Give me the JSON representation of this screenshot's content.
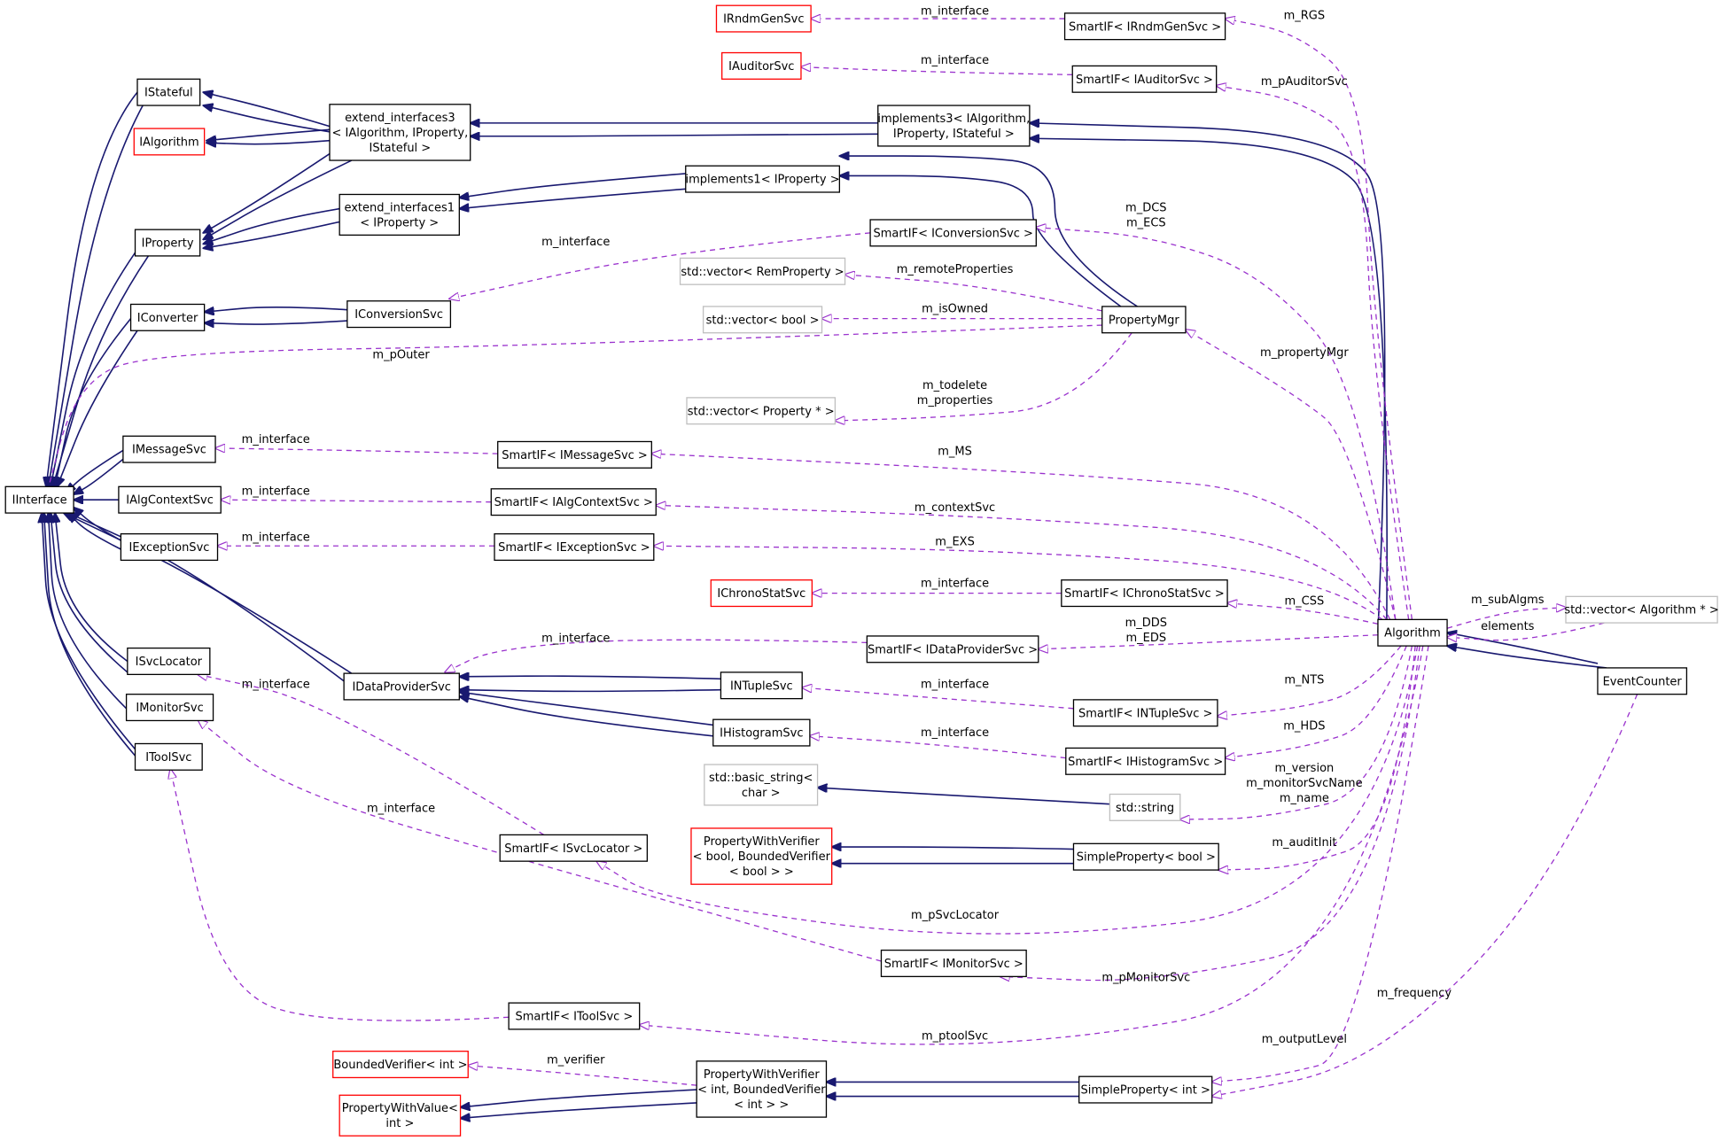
{
  "colors": {
    "inheritance": "#191970",
    "usage": "#9a32cd",
    "node_black": "#000000",
    "node_red": "#ff0000",
    "node_gray": "#bfbfbf",
    "node_focus_fill": "#bfbfbf"
  },
  "diagram": {
    "nodes": [
      {
        "id": "IRndmGenSvc",
        "lines": [
          "IRndmGenSvc"
        ],
        "style": "red"
      },
      {
        "id": "SIF_RndmGen",
        "lines": [
          "SmartIF< IRndmGenSvc >"
        ],
        "style": "black"
      },
      {
        "id": "IAuditorSvc",
        "lines": [
          "IAuditorSvc"
        ],
        "style": "red"
      },
      {
        "id": "SIF_Auditor",
        "lines": [
          "SmartIF< IAuditorSvc >"
        ],
        "style": "black"
      },
      {
        "id": "IStateful",
        "lines": [
          "IStateful"
        ],
        "style": "black"
      },
      {
        "id": "IAlgorithm",
        "lines": [
          "IAlgorithm"
        ],
        "style": "red"
      },
      {
        "id": "ext3",
        "lines": [
          "extend_interfaces3",
          "< IAlgorithm, IProperty,",
          "IStateful >"
        ],
        "style": "black"
      },
      {
        "id": "impl3",
        "lines": [
          "implements3< IAlgorithm,",
          "IProperty, IStateful >"
        ],
        "style": "black"
      },
      {
        "id": "impl1",
        "lines": [
          "implements1< IProperty >"
        ],
        "style": "black"
      },
      {
        "id": "ext1",
        "lines": [
          "extend_interfaces1",
          "< IProperty >"
        ],
        "style": "black"
      },
      {
        "id": "IProperty",
        "lines": [
          "IProperty"
        ],
        "style": "black"
      },
      {
        "id": "SIF_Conv",
        "lines": [
          "SmartIF< IConversionSvc >"
        ],
        "style": "black"
      },
      {
        "id": "vecRem",
        "lines": [
          "std::vector< RemProperty >"
        ],
        "style": "gray"
      },
      {
        "id": "vecBool",
        "lines": [
          "std::vector< bool >"
        ],
        "style": "gray"
      },
      {
        "id": "IConverter",
        "lines": [
          "IConverter"
        ],
        "style": "black"
      },
      {
        "id": "IConversionSvc",
        "lines": [
          "IConversionSvc"
        ],
        "style": "black"
      },
      {
        "id": "PropertyMgr",
        "lines": [
          "PropertyMgr"
        ],
        "style": "black"
      },
      {
        "id": "vecProp",
        "lines": [
          "std::vector< Property * >"
        ],
        "style": "gray"
      },
      {
        "id": "IMessageSvc",
        "lines": [
          "IMessageSvc"
        ],
        "style": "black"
      },
      {
        "id": "SIF_Msg",
        "lines": [
          "SmartIF< IMessageSvc >"
        ],
        "style": "black"
      },
      {
        "id": "IInterface",
        "lines": [
          "IInterface"
        ],
        "style": "black"
      },
      {
        "id": "IAlgContextSvc",
        "lines": [
          "IAlgContextSvc"
        ],
        "style": "black"
      },
      {
        "id": "SIF_AlgCtx",
        "lines": [
          "SmartIF< IAlgContextSvc >"
        ],
        "style": "black"
      },
      {
        "id": "IExceptionSvc",
        "lines": [
          "IExceptionSvc"
        ],
        "style": "black"
      },
      {
        "id": "SIF_Exc",
        "lines": [
          "SmartIF< IExceptionSvc >"
        ],
        "style": "black"
      },
      {
        "id": "IChronoStatSvc",
        "lines": [
          "IChronoStatSvc"
        ],
        "style": "red"
      },
      {
        "id": "SIF_Chrono",
        "lines": [
          "SmartIF< IChronoStatSvc >"
        ],
        "style": "black"
      },
      {
        "id": "Algorithm",
        "lines": [
          "Algorithm"
        ],
        "style": "black"
      },
      {
        "id": "vecAlg",
        "lines": [
          "std::vector< Algorithm * >"
        ],
        "style": "gray"
      },
      {
        "id": "EventCounter",
        "lines": [
          "EventCounter"
        ],
        "style": "focus"
      },
      {
        "id": "ISvcLocator",
        "lines": [
          "ISvcLocator"
        ],
        "style": "black"
      },
      {
        "id": "IDataProviderSvc",
        "lines": [
          "IDataProviderSvc"
        ],
        "style": "black"
      },
      {
        "id": "SIF_DataProv",
        "lines": [
          "SmartIF< IDataProviderSvc >"
        ],
        "style": "black"
      },
      {
        "id": "INTupleSvc",
        "lines": [
          "INTupleSvc"
        ],
        "style": "black"
      },
      {
        "id": "SIF_NTuple",
        "lines": [
          "SmartIF< INTupleSvc >"
        ],
        "style": "black"
      },
      {
        "id": "IMonitorSvc",
        "lines": [
          "IMonitorSvc"
        ],
        "style": "black"
      },
      {
        "id": "IHistogramSvc",
        "lines": [
          "IHistogramSvc"
        ],
        "style": "black"
      },
      {
        "id": "SIF_Hist",
        "lines": [
          "SmartIF< IHistogramSvc >"
        ],
        "style": "black"
      },
      {
        "id": "IToolSvc",
        "lines": [
          "IToolSvc"
        ],
        "style": "black"
      },
      {
        "id": "basicString",
        "lines": [
          "std::basic_string<",
          "char >"
        ],
        "style": "gray"
      },
      {
        "id": "stdString",
        "lines": [
          "std::string"
        ],
        "style": "gray"
      },
      {
        "id": "SIF_SvcLoc",
        "lines": [
          "SmartIF< ISvcLocator >"
        ],
        "style": "black"
      },
      {
        "id": "PWV_bool",
        "lines": [
          "PropertyWithVerifier",
          "< bool, BoundedVerifier",
          "< bool > >"
        ],
        "style": "red"
      },
      {
        "id": "SP_bool",
        "lines": [
          "SimpleProperty< bool >"
        ],
        "style": "black"
      },
      {
        "id": "SIF_Mon",
        "lines": [
          "SmartIF< IMonitorSvc >"
        ],
        "style": "black"
      },
      {
        "id": "SIF_Tool",
        "lines": [
          "SmartIF< IToolSvc >"
        ],
        "style": "black"
      },
      {
        "id": "BV_int",
        "lines": [
          "BoundedVerifier< int >"
        ],
        "style": "red"
      },
      {
        "id": "PWV_int",
        "lines": [
          "PropertyWithVerifier",
          "< int, BoundedVerifier",
          "< int > >"
        ],
        "style": "black"
      },
      {
        "id": "SP_int",
        "lines": [
          "SimpleProperty< int >"
        ],
        "style": "black"
      },
      {
        "id": "PWVal",
        "lines": [
          "PropertyWithValue<",
          "int >"
        ],
        "style": "red"
      }
    ],
    "labels": [
      [
        "m_interface"
      ],
      [
        "m_RGS"
      ],
      [
        "m_interface"
      ],
      [
        "m_pAuditorSvc"
      ],
      [
        "m_DCS",
        "m_ECS"
      ],
      [
        "m_interface"
      ],
      [
        "m_remoteProperties"
      ],
      [
        "m_isOwned"
      ],
      [
        "m_pOuter"
      ],
      [
        "m_propertyMgr"
      ],
      [
        "m_todelete",
        "m_properties"
      ],
      [
        "m_interface"
      ],
      [
        "m_MS"
      ],
      [
        "m_interface"
      ],
      [
        "m_contextSvc"
      ],
      [
        "m_interface"
      ],
      [
        "m_EXS"
      ],
      [
        "m_interface"
      ],
      [
        "m_CSS"
      ],
      [
        "m_subAlgms"
      ],
      [
        "elements"
      ],
      [
        "m_interface"
      ],
      [
        "m_DDS",
        "m_EDS"
      ],
      [
        "m_interface"
      ],
      [
        "m_NTS"
      ],
      [
        "m_interface"
      ],
      [
        "m_HDS"
      ],
      [
        "m_version",
        "m_monitorSvcName",
        "m_name"
      ],
      [
        "m_interface"
      ],
      [
        "m_auditInit"
      ],
      [
        "m_pSvcLocator"
      ],
      [
        "m_pMonitorSvc"
      ],
      [
        "m_interface"
      ],
      [
        "m_frequency"
      ],
      [
        "m_ptoolSvc"
      ],
      [
        "m_outputLevel"
      ],
      [
        "m_verifier"
      ]
    ]
  }
}
